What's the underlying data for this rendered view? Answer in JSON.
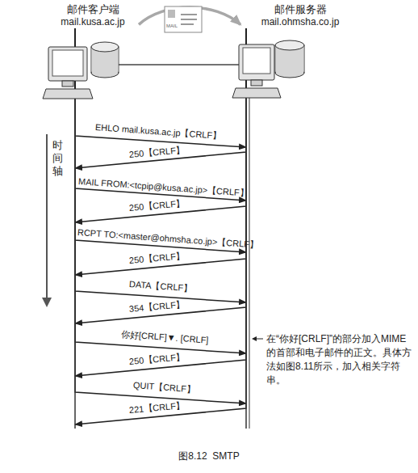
{
  "diagram": {
    "caption": "图8.12  SMTP",
    "nodes": [
      {
        "text": [
          "邮件客户端",
          "mail.kusa.ac.jp"
        ]
      },
      {
        "text": [
          "邮件服务器",
          "mail.ohmsha.co.jp"
        ]
      }
    ],
    "edges": [
      {
        "from": 0,
        "to": 1,
        "arrow": "to"
      },
      {
        "from": 0,
        "to": 1,
        "label": "EHLO mail.kusa.ac.jp【CRLF】",
        "arrow": "to"
      },
      {
        "from": 1,
        "to": 0,
        "label": "250【CRLF】",
        "arrow": "to"
      },
      {
        "from": 0,
        "to": 1,
        "label": "MAIL FROM:<tcpip@kusa.ac.jp>【CRLF】",
        "arrow": "to"
      },
      {
        "from": 1,
        "to": 0,
        "label": "250【CRLF】",
        "arrow": "to"
      },
      {
        "from": 0,
        "to": 1,
        "label": "RCPT TO:<master@ohmsha.co.jp>【CRLF】",
        "arrow": "to"
      },
      {
        "from": 1,
        "to": 0,
        "label": "250【CRLF】",
        "arrow": "to"
      },
      {
        "from": 0,
        "to": 1,
        "label": "DATA【CRLF】",
        "arrow": "to"
      },
      {
        "from": 1,
        "to": 0,
        "label": "354【CRLF】",
        "arrow": "to"
      },
      {
        "from": 0,
        "to": 1,
        "label": "你好[CRLF]▼. [CRLF]",
        "arrow": "to"
      },
      {
        "from": 1,
        "to": 0,
        "label": "250【CRLF】",
        "arrow": "to"
      },
      {
        "from": 0,
        "to": 1,
        "label": "QUIT【CRLF】",
        "arrow": "to"
      },
      {
        "from": 1,
        "to": 0,
        "label": "221【CRLF】",
        "arrow": "to"
      }
    ],
    "labels": [
      "MAIL",
      "时间轴",
      "在“你好[CRLF]”的部分加入MIME的首部和电子邮件的正文。具体方法如图8.11所示，加入相关字符串。"
    ]
  }
}
